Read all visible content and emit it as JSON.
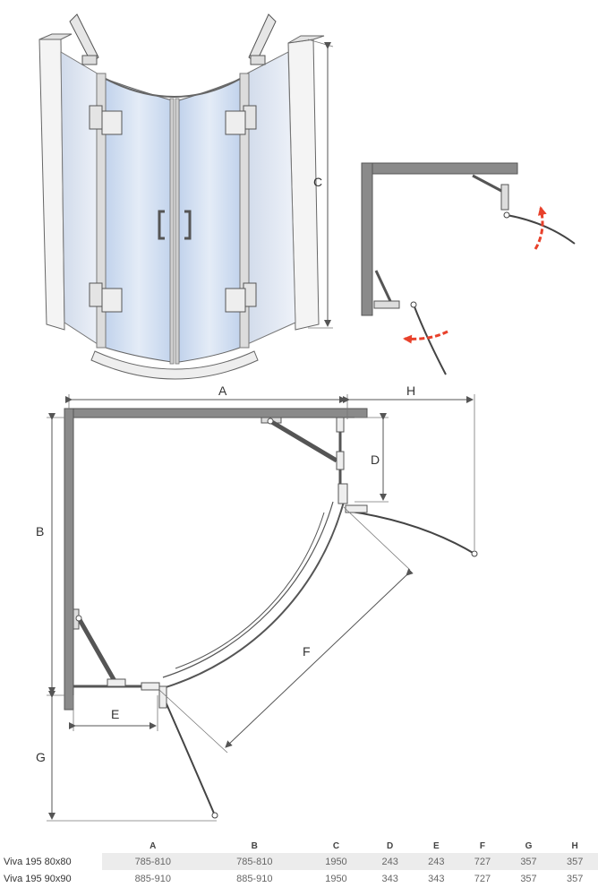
{
  "diagram": {
    "dimension_labels": {
      "A": "A",
      "B": "B",
      "C": "C",
      "D": "D",
      "E": "E",
      "F": "F",
      "G": "G",
      "H": "H"
    }
  },
  "colors": {
    "wall": "#8a8a8a",
    "glass": "#cfdcef",
    "frame": "#bcbcbc",
    "arrow": "#e8412b",
    "line": "#444444"
  },
  "table": {
    "columns": [
      "",
      "A",
      "B",
      "C",
      "D",
      "E",
      "F",
      "G",
      "H"
    ],
    "rows": [
      {
        "model": "Viva 195 80x80",
        "values": [
          "785-810",
          "785-810",
          "1950",
          "243",
          "243",
          "727",
          "357",
          "357"
        ]
      },
      {
        "model": "Viva 195 90x90",
        "values": [
          "885-910",
          "885-910",
          "1950",
          "343",
          "343",
          "727",
          "357",
          "357"
        ]
      }
    ]
  }
}
